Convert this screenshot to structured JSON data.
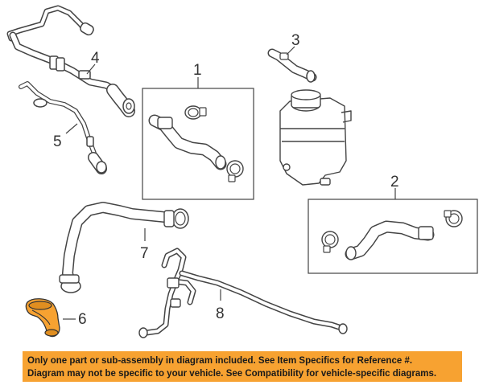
{
  "callouts": {
    "c1": "1",
    "c2": "2",
    "c3": "3",
    "c4": "4",
    "c5": "5",
    "c6": "6",
    "c7": "7",
    "c8": "8"
  },
  "highlight_color": "#f7a231",
  "banner": {
    "line1": "Only one part or sub-assembly in diagram included. See Item Specifics for Reference #.",
    "line2": "Diagram may not be specific to your vehicle. See Compatibility for vehicle-specific diagrams."
  }
}
